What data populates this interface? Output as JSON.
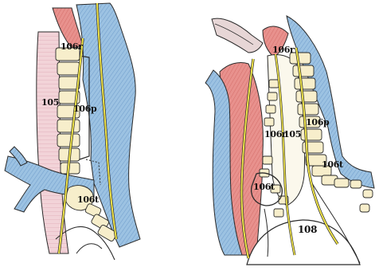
{
  "left_panel": {
    "labels": {
      "node_106rec_upper": "106r",
      "node_105": "105",
      "node_106pre": "106p",
      "node_106tb": "106t"
    }
  },
  "right_panel": {
    "labels": {
      "node_106rec_upper": "106r",
      "node_106pre": "106p",
      "node_106rec_lower": "106r",
      "node_105": "105",
      "node_106tb_right": "106t",
      "node_106tb_left": "106t",
      "node_108": "108"
    }
  },
  "colors": {
    "vein_blue": "#8fb8dc",
    "artery_red": "#e58a86",
    "pleura_pink": "#f1c9cf",
    "lymph_node": "#f7eecb",
    "nerve_yellow": "#f0e44a",
    "outline": "#2a2a2a"
  }
}
